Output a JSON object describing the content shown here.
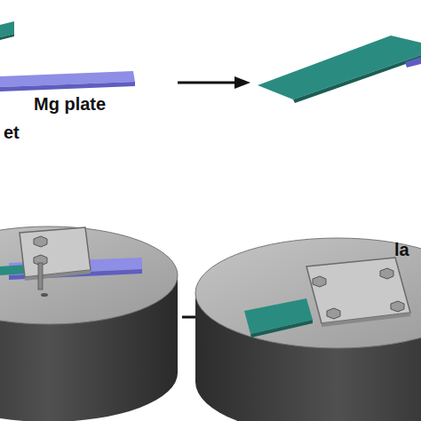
{
  "diagram": {
    "labels": [
      "Mg plate",
      "et",
      "la"
    ]
  }
}
